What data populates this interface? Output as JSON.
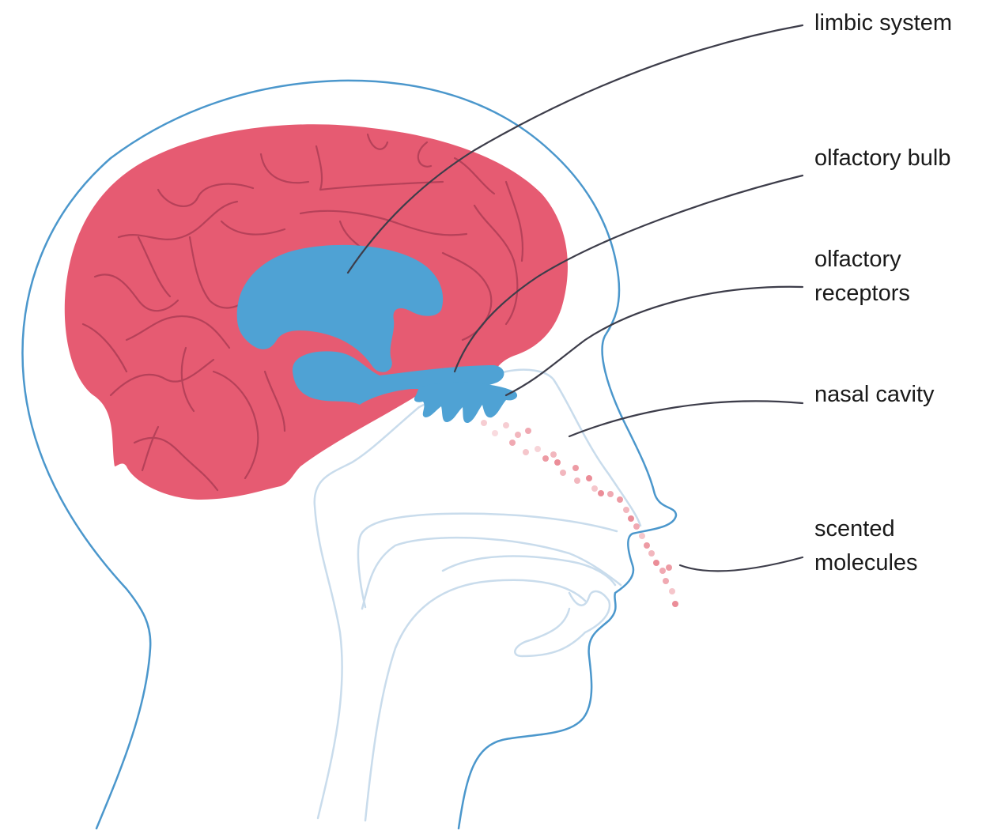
{
  "labels": {
    "limbic_system": "limbic system",
    "olfactory_bulb": "olfactory bulb",
    "olfactory_receptors": "olfactory\nreceptors",
    "nasal_cavity": "nasal cavity",
    "scented_molecules": "scented\nmolecules"
  },
  "colors": {
    "brain": "#e65b72",
    "brain_folds": "#b64159",
    "limbic": "#4fa2d4",
    "head_outline": "#4b97cc",
    "airway_outline": "#c9dcec",
    "leader_line": "#3d3d4a",
    "molecules": "#e6707e"
  }
}
